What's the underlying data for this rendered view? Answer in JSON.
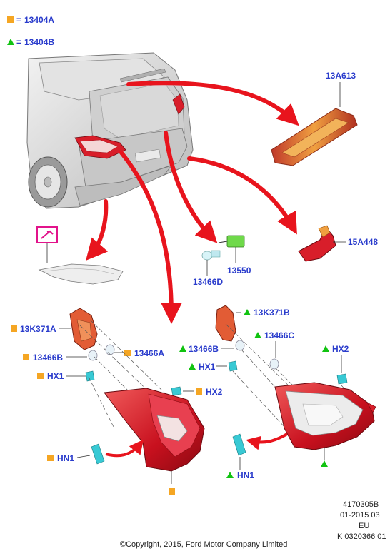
{
  "colors": {
    "label_blue": "#2a3ccc",
    "marker_square": "#f5a623",
    "marker_triangle": "#11c311",
    "arrow_red": "#e8141d",
    "lamp_red": "#d81e2a",
    "lamp_orange": "#e9782f",
    "connector_green": "#6fd94a",
    "fastener_cyan": "#38c9d4",
    "highlight_magenta": "#e2138b"
  },
  "legend": [
    {
      "marker": "square",
      "sign": "=",
      "code": "13404A"
    },
    {
      "marker": "triangle",
      "sign": "=",
      "code": "13404B"
    }
  ],
  "labels": {
    "high_mount_stop_lamp": "13A613",
    "reflector": "15A448",
    "connector": "13550",
    "bulb_connector": "13466D",
    "outer_socket": "13K371A",
    "outer_bulb": "13466B",
    "outer_bulb_upper": "13466A",
    "outer_hx1": "HX1",
    "outer_hx2": "HX2",
    "outer_hn1": "HN1",
    "inner_socket": "13K371B",
    "inner_bulb_c": "13466C",
    "inner_bulb_b": "13466B",
    "inner_hx1": "HX1",
    "inner_hx2": "HX2",
    "inner_hn1": "HN1"
  },
  "footer": {
    "line1": "4170305B",
    "line2": "01-2015 03",
    "line3": "EU",
    "line4": "K 0320366 01",
    "copyright": "©Copyright, 2015, Ford Motor Company Limited"
  }
}
